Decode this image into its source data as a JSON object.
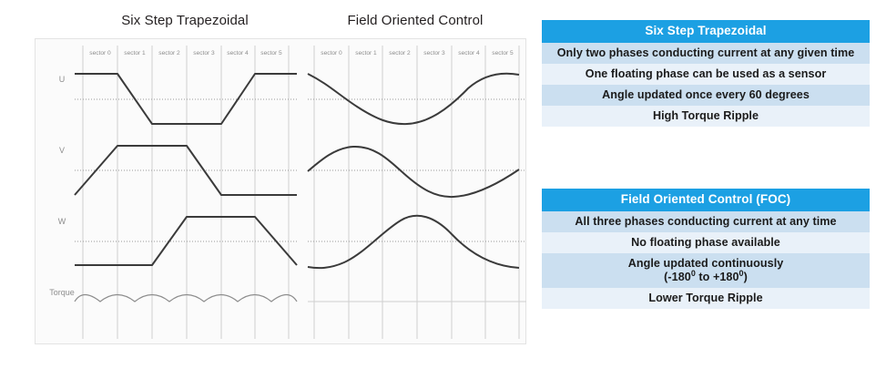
{
  "charts": [
    {
      "title": "Six Step Trapezoidal",
      "sector_labels": [
        "sector 0",
        "sector 1",
        "sector 2",
        "sector 3",
        "sector 4",
        "sector 5"
      ],
      "row_labels": [
        "U",
        "V",
        "W",
        "Torque"
      ]
    },
    {
      "title": "Field Oriented Control",
      "sector_labels": [
        "sector 0",
        "sector 1",
        "sector 2",
        "sector 3",
        "sector 4",
        "sector 5"
      ],
      "row_labels": []
    }
  ],
  "tables": [
    {
      "header": "Six Step Trapezoidal",
      "rows": [
        "Only two phases conducting current at any given time",
        "One floating phase can be used as a sensor",
        "Angle updated once every 60 degrees",
        "High Torque Ripple"
      ]
    },
    {
      "header": "Field Oriented Control (FOC)",
      "rows": [
        "All three phases conducting current at any time",
        "No floating phase available",
        "Angle updated continuously (-180⁰ to +180⁰)",
        "Lower Torque Ripple"
      ],
      "row_3_line1": "Angle updated continuously",
      "row_3_line2": "(-180",
      "row_3_line2b": " to +180",
      "row_3_line2c": ")",
      "degree_symbol": "0"
    }
  ],
  "colors": {
    "accent": "#1ca0e3",
    "row_odd": "#cbdff0",
    "row_even": "#e9f1f9",
    "wave": "#3b3b3b",
    "grid": "#cfcfcf",
    "panel_bg": "#fbfbfb",
    "label": "#8d8d8d"
  },
  "chart_data": {
    "type": "line",
    "title": "Six Step Trapezoidal vs Field Oriented Control phase waveforms",
    "xlabel": "",
    "ylabel": "",
    "grid": true,
    "legend_position": "left-axis-labels",
    "sectors": [
      "sector 0",
      "sector 1",
      "sector 2",
      "sector 3",
      "sector 4",
      "sector 5"
    ],
    "x_sector_edges_deg": [
      0,
      60,
      120,
      180,
      240,
      300,
      360
    ],
    "panels": [
      {
        "name": "Six Step Trapezoidal",
        "waveform": "trapezoidal",
        "ylim": [
          -1,
          1
        ],
        "series": [
          {
            "name": "U",
            "x_deg": [
              0,
              60,
              120,
              240,
              300,
              360
            ],
            "values": [
              1,
              1,
              -1,
              -1,
              1,
              1
            ]
          },
          {
            "name": "V",
            "x_deg": [
              0,
              60,
              180,
              240,
              360
            ],
            "values": [
              -1,
              1,
              1,
              -1,
              -1
            ]
          },
          {
            "name": "W",
            "x_deg": [
              0,
              120,
              180,
              300,
              360
            ],
            "values": [
              -1,
              -1,
              1,
              1,
              -1
            ]
          },
          {
            "name": "Torque",
            "waveform": "ripple-arcs",
            "arcs": 6,
            "ripple": "high",
            "baseline": 0,
            "peak": 0.25
          }
        ]
      },
      {
        "name": "Field Oriented Control",
        "waveform": "sinusoidal",
        "ylim": [
          -1,
          1
        ],
        "series": [
          {
            "name": "U",
            "phase_deg": 90,
            "amplitude": 1
          },
          {
            "name": "V",
            "phase_deg": -30,
            "amplitude": 1
          },
          {
            "name": "W",
            "phase_deg": -150,
            "amplitude": 1
          }
        ],
        "torque": {
          "ripple": "low",
          "baseline": 0
        }
      }
    ]
  }
}
